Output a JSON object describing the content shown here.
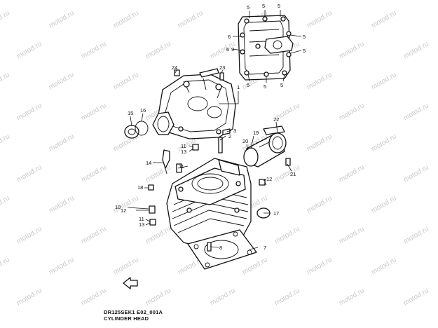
{
  "watermark": {
    "text": "motod.ru"
  },
  "diagram": {
    "code": "DR125SEK1 E02_001A",
    "title": "CYLINDER HEAD"
  },
  "callouts": {
    "cover_top": [
      "5",
      "5",
      "5",
      "6",
      "5",
      "6",
      "9",
      "5",
      "5",
      "5",
      "5"
    ],
    "part_1": "1",
    "part_2": "2",
    "part_3": "3",
    "part_7": "7",
    "part_8": "8",
    "part_10": "10",
    "part_11a": "11",
    "part_11b": "11",
    "part_11c": "11",
    "part_12a": "12",
    "part_12b": "12",
    "part_13a": "13",
    "part_13b": "13",
    "part_14": "14",
    "part_15": "15",
    "part_16": "16",
    "part_17": "17",
    "part_18": "18",
    "part_19": "19",
    "part_20": "20",
    "part_21": "21",
    "part_22": "22",
    "part_23": "23",
    "part_24": "24"
  }
}
